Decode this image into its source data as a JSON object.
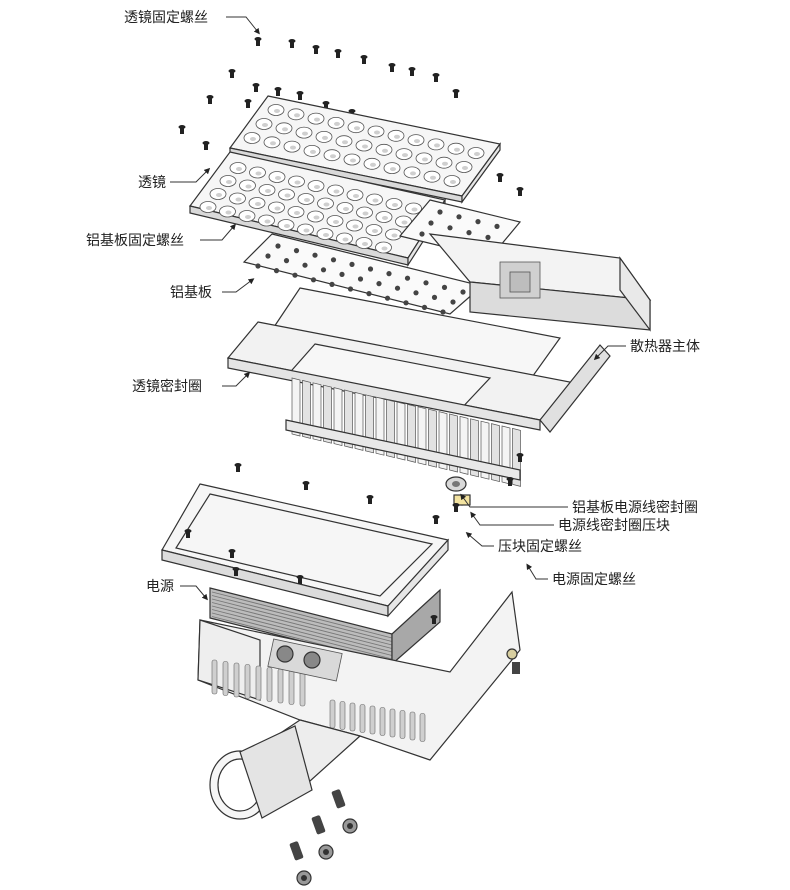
{
  "diagram": {
    "callouts": [
      {
        "id": "lens-screws",
        "text": "透镜固定螺丝"
      },
      {
        "id": "lens",
        "text": "透镜"
      },
      {
        "id": "pcb-screws",
        "text": "铝基板固定螺丝"
      },
      {
        "id": "pcb",
        "text": "铝基板"
      },
      {
        "id": "heatsink",
        "text": "散热器主体"
      },
      {
        "id": "lens-seal",
        "text": "透镜密封圈"
      },
      {
        "id": "pcb-cable-seal",
        "text": "铝基板电源线密封圈"
      },
      {
        "id": "cable-seal-clamp",
        "text": "电源线密封圈压块"
      },
      {
        "id": "clamp-screws",
        "text": "压块固定螺丝"
      },
      {
        "id": "psu",
        "text": "电源"
      },
      {
        "id": "psu-screws",
        "text": "电源固定螺丝"
      }
    ]
  },
  "colors": {
    "line": "#333333",
    "part_fill": "#f4f4f4",
    "part_dark": "#c8c8c8",
    "screw": "#222222"
  }
}
